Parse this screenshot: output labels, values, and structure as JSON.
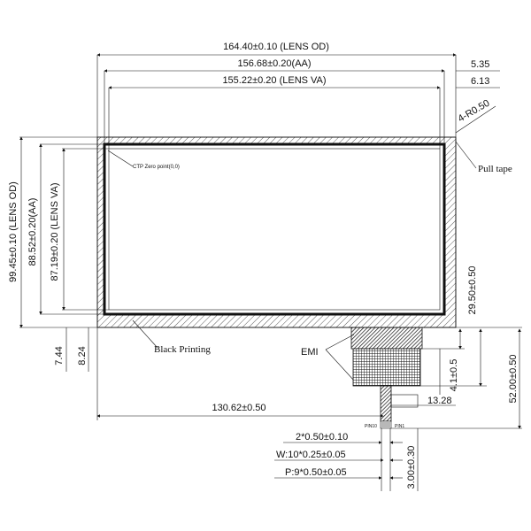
{
  "dimensions": {
    "lens_od_width": "164.40±0.10 (LENS OD)",
    "aa_width": "156.68±0.20(AA)",
    "lens_va_width": "155.22±0.20 (LENS VA)",
    "right_offset_1": "5.35",
    "right_offset_2": "6.13",
    "corner_radius": "4-R0.50",
    "lens_od_height": "99.45±0.10 (LENS OD)",
    "aa_height": "88.52±0.20(AA)",
    "lens_va_height": "87.19±0.20 (LENS VA)",
    "bottom_offset_1": "7.44",
    "bottom_offset_2": "8.24",
    "tail_x_offset": "130.62±0.50",
    "fpc_height_1": "29.50±0.50",
    "fpc_height_2": "52.00±0.50",
    "fpc_width_small": "4.1±0.5",
    "fpc_width": "13.28",
    "pin_pitch_2": "2*0.50±0.10",
    "pin_width": "W:10*0.25±0.05",
    "pin_pitch": "P:9*0.50±0.05",
    "stiffener_length": "3.00±0.30"
  },
  "labels": {
    "ctp_zero": "CTP Zero point(0,0)",
    "pull_tape": "Pull tape",
    "black_printing": "Black Printing",
    "emi": "EMI",
    "pin10": "PIN10",
    "pin1": "PIN1"
  }
}
